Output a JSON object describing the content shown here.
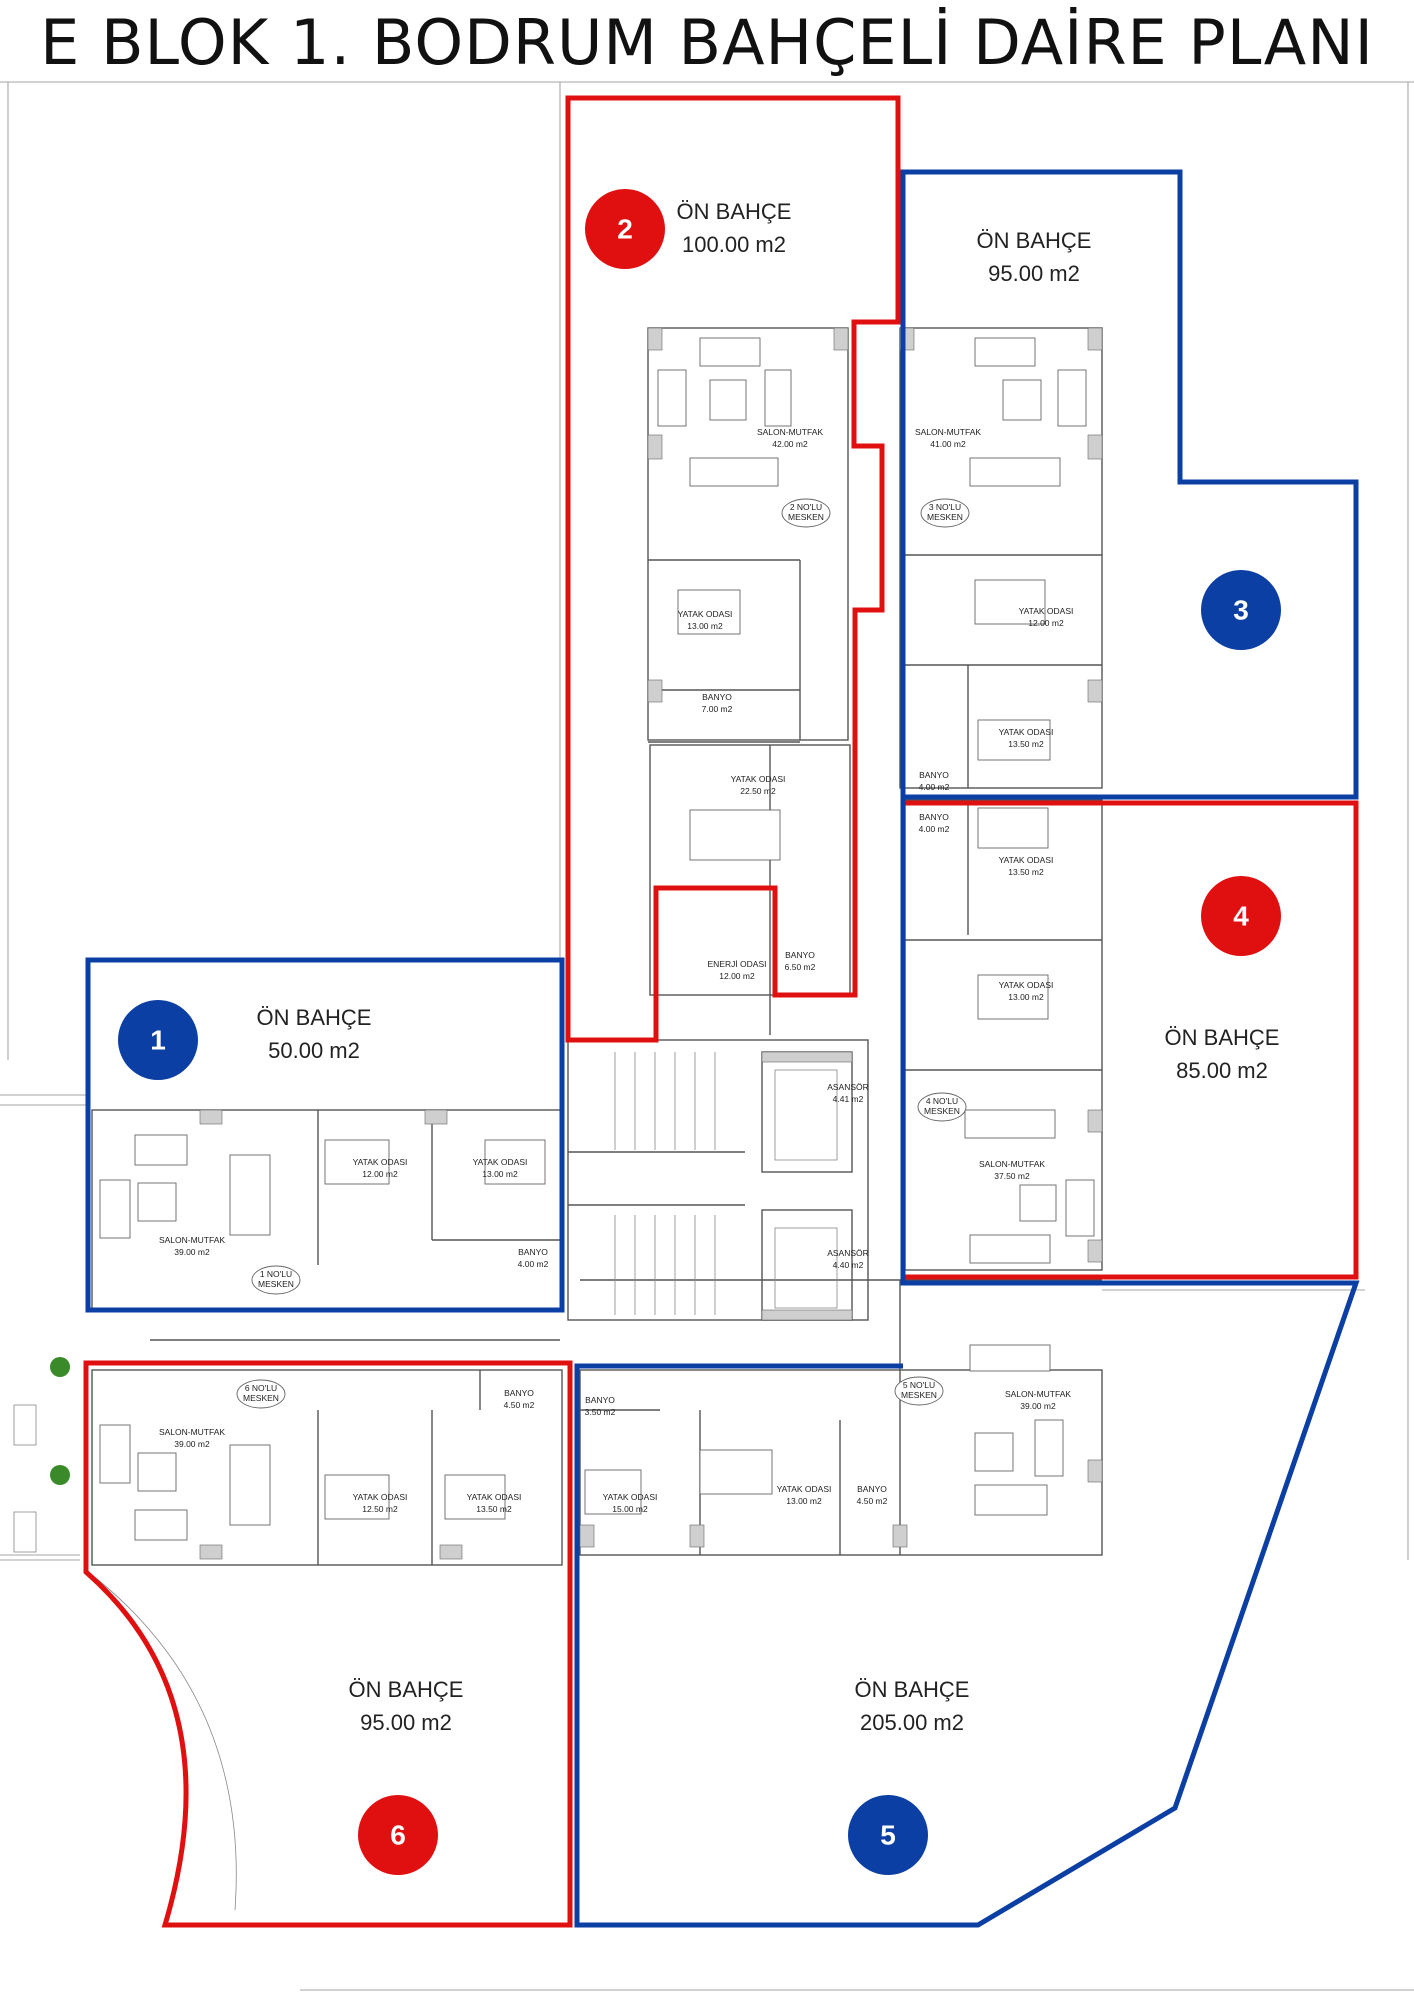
{
  "title": "E BLOK 1. BODRUM BAHÇELİ DAİRE PLANI",
  "colors": {
    "red": "#e01010",
    "blue": "#0b3fa3"
  },
  "units": [
    {
      "number": "1",
      "color": "blue",
      "garden_label": "ÖN BAHÇE",
      "garden_area": "50.00 m2",
      "badge": "1 NO'LU\nMESKEN",
      "rooms": [
        {
          "name": "SALON-MUTFAK",
          "area": "39.00 m2"
        },
        {
          "name": "YATAK ODASI",
          "area": "12.00 m2"
        },
        {
          "name": "YATAK ODASI",
          "area": "13.00 m2"
        },
        {
          "name": "BANYO",
          "area": "4.00 m2"
        }
      ]
    },
    {
      "number": "2",
      "color": "red",
      "garden_label": "ÖN BAHÇE",
      "garden_area": "100.00 m2",
      "badge": "2 NO'LU\nMESKEN",
      "rooms": [
        {
          "name": "SALON-MUTFAK",
          "area": "42.00 m2"
        },
        {
          "name": "YATAK ODASI",
          "area": "13.00 m2"
        },
        {
          "name": "BANYO",
          "area": "7.00 m2"
        },
        {
          "name": "YATAK ODASI",
          "area": "22.50 m2"
        },
        {
          "name": "BANYO",
          "area": "6.50 m2"
        }
      ]
    },
    {
      "number": "3",
      "color": "blue",
      "garden_label": "ÖN BAHÇE",
      "garden_area": "95.00 m2",
      "badge": "3 NO'LU\nMESKEN",
      "rooms": [
        {
          "name": "SALON-MUTFAK",
          "area": "41.00 m2"
        },
        {
          "name": "YATAK ODASI",
          "area": "12.00 m2"
        },
        {
          "name": "YATAK ODASI",
          "area": "13.50 m2"
        },
        {
          "name": "BANYO",
          "area": "4.00 m2"
        }
      ]
    },
    {
      "number": "4",
      "color": "red",
      "garden_label": "ÖN BAHÇE",
      "garden_area": "85.00 m2",
      "badge": "4 NO'LU\nMESKEN",
      "rooms": [
        {
          "name": "BANYO",
          "area": "4.00 m2"
        },
        {
          "name": "YATAK ODASI",
          "area": "13.50 m2"
        },
        {
          "name": "YATAK ODASI",
          "area": "13.00 m2"
        },
        {
          "name": "SALON-MUTFAK",
          "area": "37.50 m2"
        }
      ]
    },
    {
      "number": "5",
      "color": "blue",
      "garden_label": "ÖN BAHÇE",
      "garden_area": "205.00 m2",
      "badge": "5 NO'LU\nMESKEN",
      "rooms": [
        {
          "name": "SALON-MUTFAK",
          "area": "39.00 m2"
        },
        {
          "name": "BANYO",
          "area": "3.50 m2"
        },
        {
          "name": "YATAK ODASI",
          "area": "15.00 m2"
        },
        {
          "name": "YATAK ODASI",
          "area": "13.00 m2"
        },
        {
          "name": "BANYO",
          "area": "4.50 m2"
        }
      ]
    },
    {
      "number": "6",
      "color": "red",
      "garden_label": "ÖN BAHÇE",
      "garden_area": "95.00 m2",
      "badge": "6 NO'LU\nMESKEN",
      "rooms": [
        {
          "name": "SALON-MUTFAK",
          "area": "39.00 m2"
        },
        {
          "name": "YATAK ODASI",
          "area": "12.50 m2"
        },
        {
          "name": "YATAK ODASI",
          "area": "13.50 m2"
        },
        {
          "name": "BANYO",
          "area": "4.50 m2"
        }
      ]
    }
  ],
  "common": {
    "energy_room": {
      "name": "ENERJİ ODASI",
      "area": "12.00 m2"
    },
    "elevator_top": {
      "name": "ASANSÖR",
      "area": "4.41 m2"
    },
    "elevator_bottom": {
      "name": "ASANSÖR",
      "area": "4.40 m2"
    }
  }
}
